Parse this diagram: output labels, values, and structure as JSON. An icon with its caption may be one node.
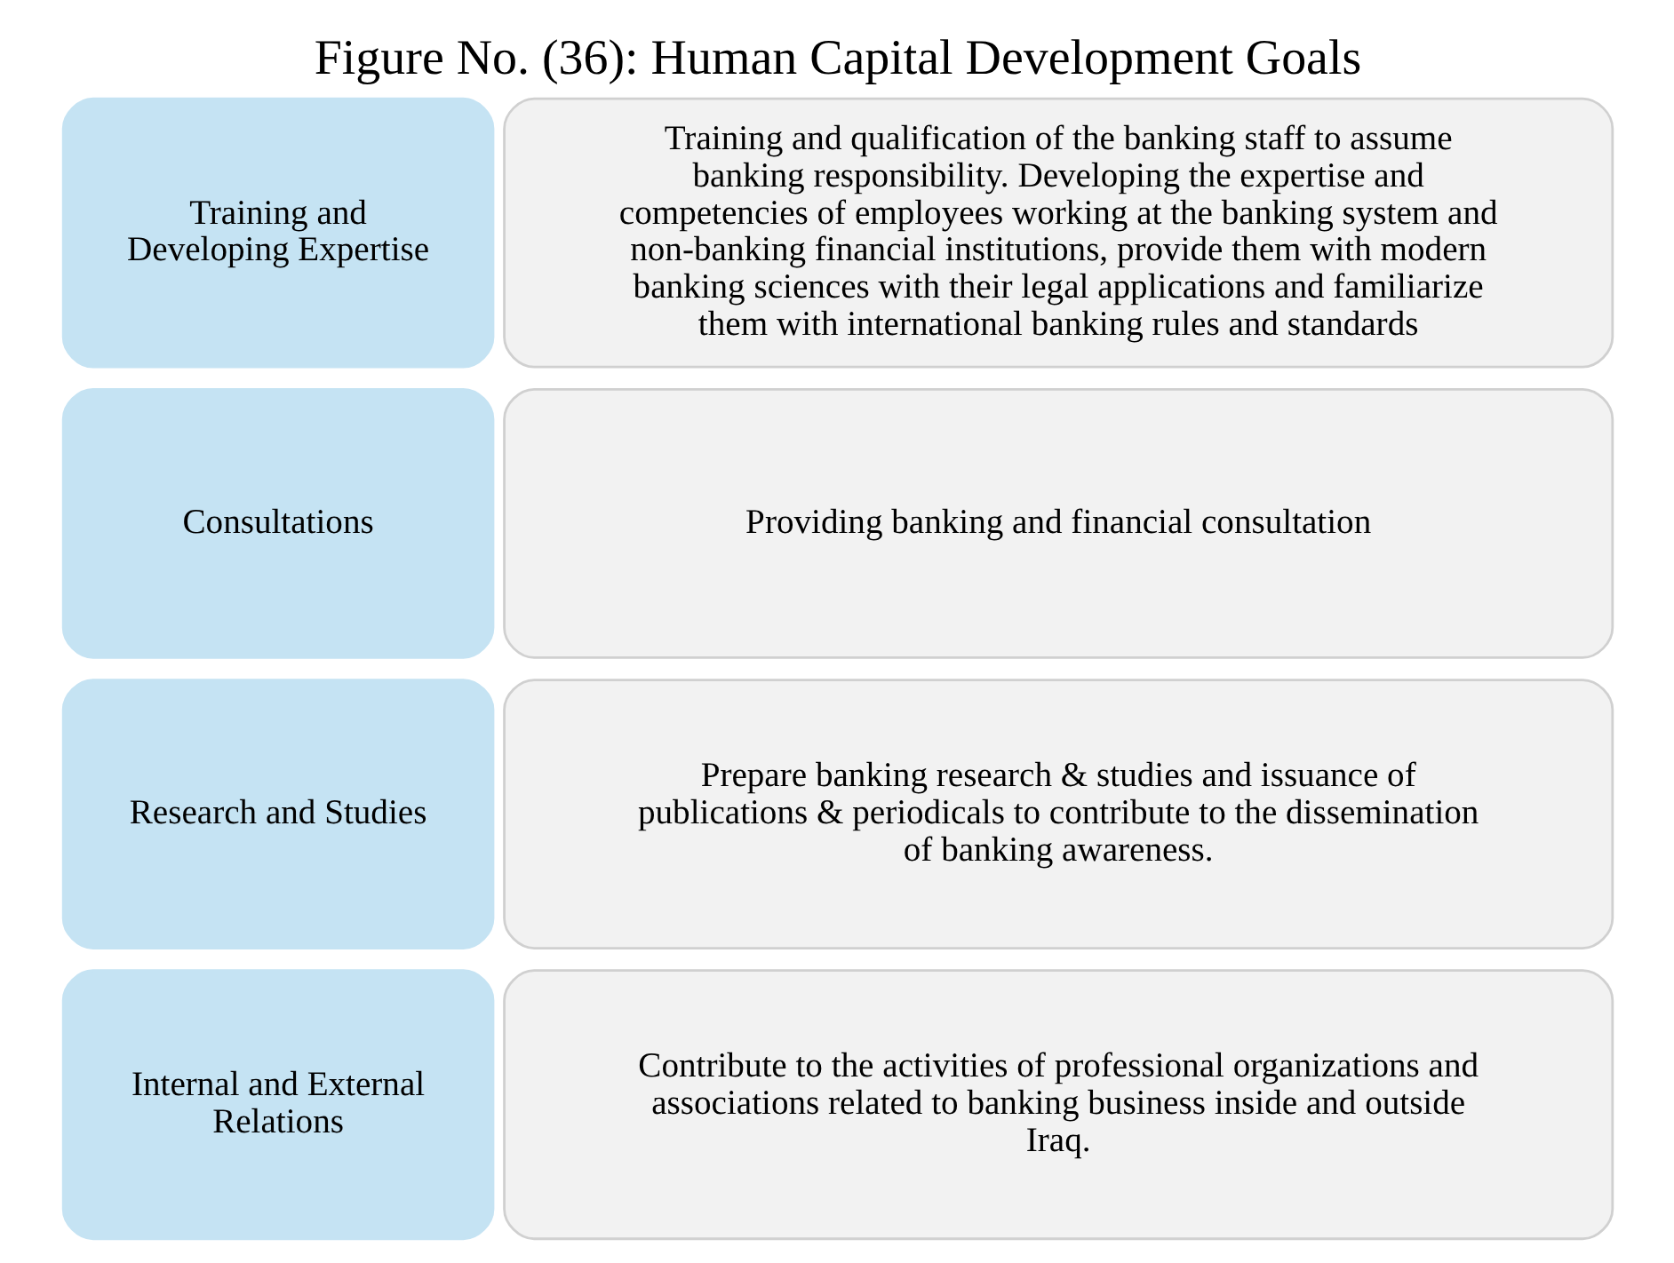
{
  "diagram": {
    "title": "Figure No. (36): Human Capital Development Goals",
    "nodes": [
      {
        "text": [
          "Training and Developing Expertise"
        ]
      },
      {
        "text": [
          "Training and qualification of the banking staff to assume banking responsibility. Developing the expertise and competencies of employees working at the banking system and non-banking financial institutions, provide them with modern banking sciences with their legal applications and familiarize them with international banking rules and standards"
        ]
      },
      {
        "text": [
          "Consultations"
        ]
      },
      {
        "text": [
          "Providing banking and financial consultation"
        ]
      },
      {
        "text": [
          "Research and Studies"
        ]
      },
      {
        "text": [
          "Prepare banking research & studies and issuance of publications & periodicals to contribute to the dissemination of banking awareness."
        ]
      },
      {
        "text": [
          "Internal and External Relations"
        ]
      },
      {
        "text": [
          "Contribute to the activities of professional organizations and associations related to banking business inside and outside Iraq."
        ]
      }
    ]
  }
}
